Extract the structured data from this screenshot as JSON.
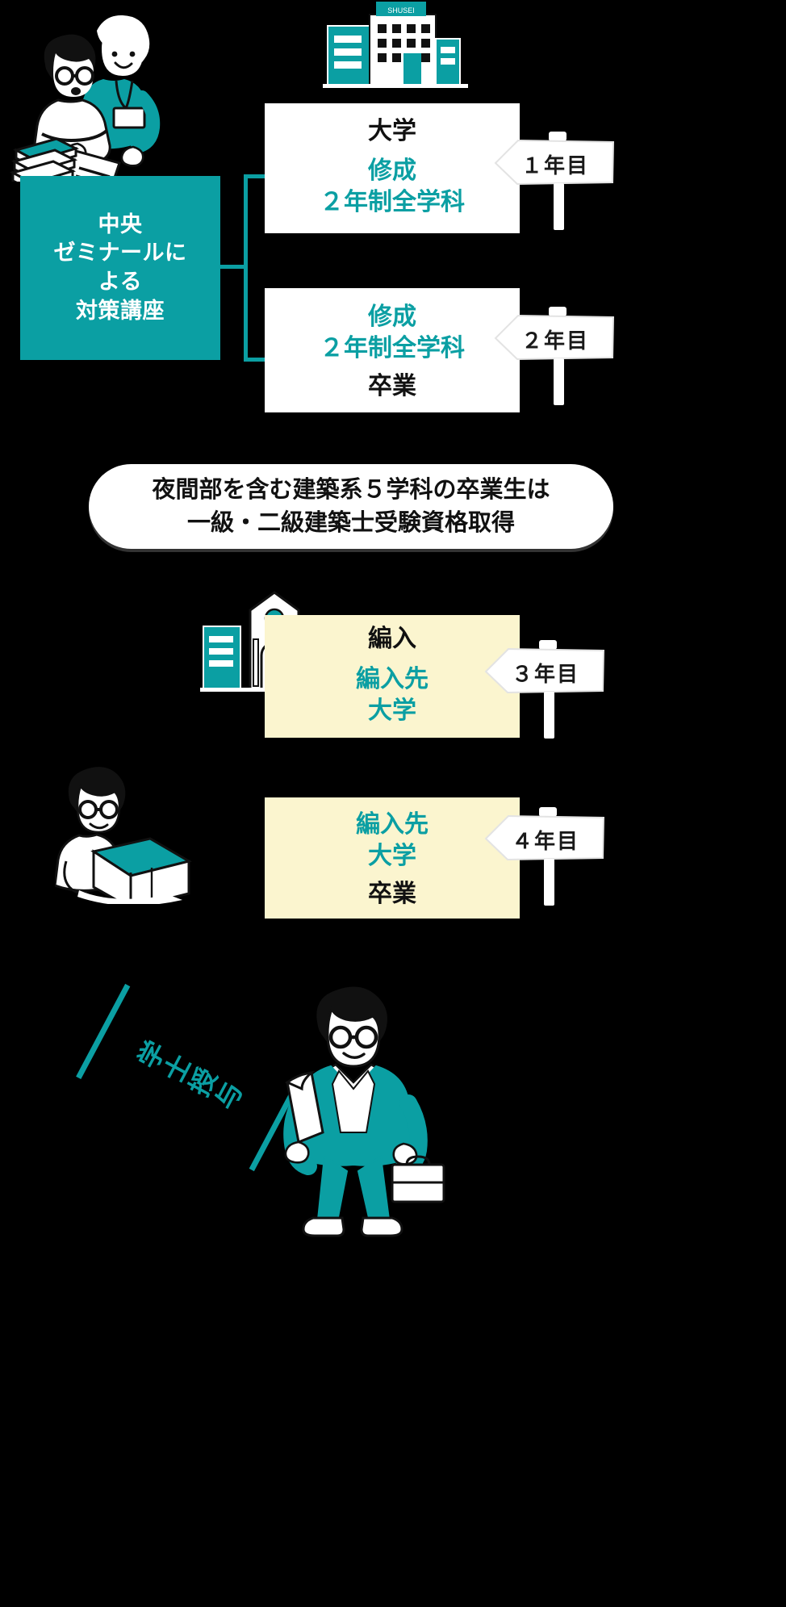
{
  "meta": {
    "title": "中央ゼミナールによる対策講座 進学フロー図",
    "accent_teal": "#0b9fa3",
    "cream": "#fbf5cf",
    "background": "#000000"
  },
  "main_box": {
    "lines": [
      "中央",
      "ゼミナールに",
      "よる",
      "対策講座"
    ]
  },
  "year_boxes": [
    {
      "id": "year1",
      "top_label": "大学",
      "mid_label": [
        "修成",
        "２年制全学科"
      ],
      "bottom_label": "",
      "sign": "１年目",
      "fill": "#ffffff"
    },
    {
      "id": "year2",
      "top_label": "",
      "mid_label": [
        "修成",
        "２年制全学科"
      ],
      "bottom_label": "卒業",
      "sign": "２年目",
      "fill": "#ffffff"
    },
    {
      "id": "year3",
      "top_label": "編入",
      "mid_label": [
        "編入先",
        "大学"
      ],
      "bottom_label": "",
      "sign": "３年目",
      "fill": "#fbf5cf"
    },
    {
      "id": "year4",
      "top_label": "",
      "mid_label": [
        "編入先",
        "大学"
      ],
      "bottom_label": "卒業",
      "sign": "４年目",
      "fill": "#fbf5cf"
    }
  ],
  "banner": {
    "line1": "夜間部を含む建築系５学科の卒業生は",
    "line2": "一級・二級建築士受験資格取得"
  },
  "bottom_banner": {
    "text": "学士授与"
  },
  "illustrations": {
    "counseling": "two-students-with-books-illustration",
    "school_building": "school-building-illustration",
    "university_building": "university-building-illustration",
    "student_reading": "student-with-book-illustration",
    "graduate": "graduate-in-suit-with-diploma-illustration"
  }
}
